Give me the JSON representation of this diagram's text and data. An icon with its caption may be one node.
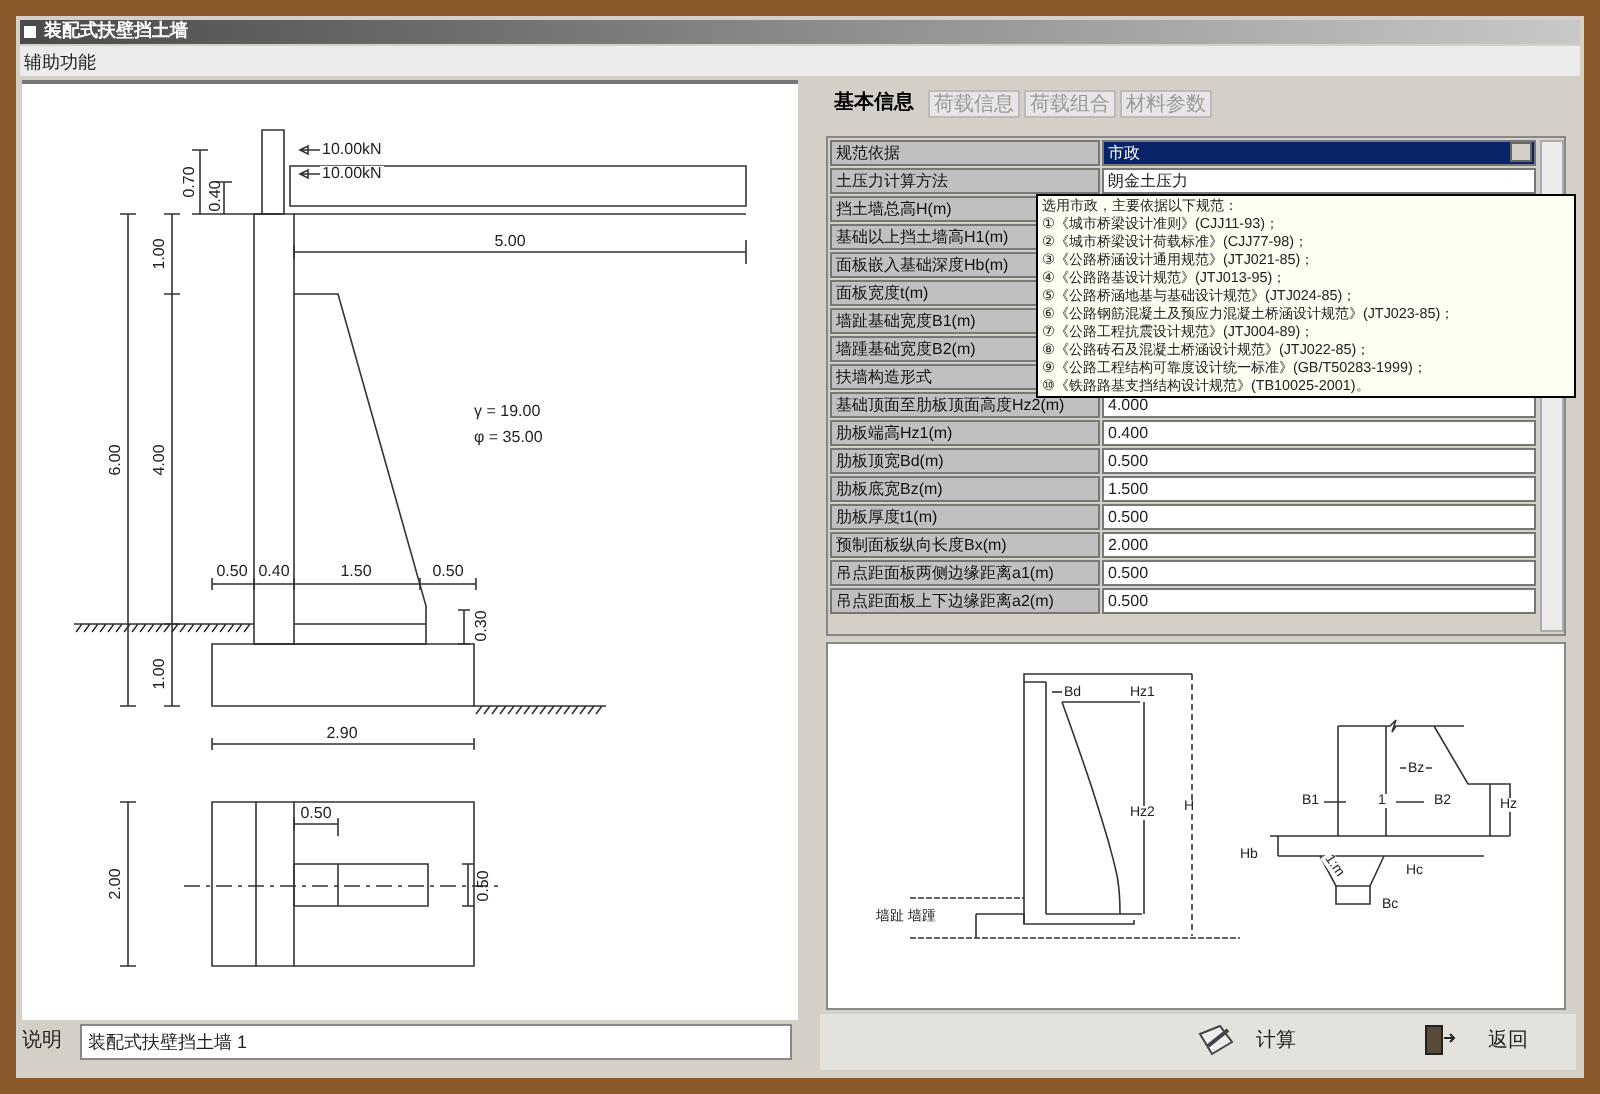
{
  "diagram": {
    "title": "装配式扶壁挡土墙",
    "labels": [
      "辅助功能",
      "10.00kN",
      "10.00kN",
      "0.70",
      "0.40",
      "5.00",
      "1.00",
      "6.00",
      "4.00",
      "γ = 19.00",
      "φ = 35.00",
      "0.50",
      "0.40",
      "1.50",
      "0.50",
      "0.30",
      "1.00",
      "2.90",
      "0.50",
      "2.00",
      "0.50",
      "说明",
      "装配式扶壁挡土墙 1",
      "基本信息",
      "荷载信息",
      "荷载组合",
      "材料参数",
      "规范依据",
      "市政",
      "土压力计算方法",
      "朗金土压力",
      "挡土墙总高H(m)",
      "基础以上挡土墙高H1(m)",
      "面板嵌入基础深度Hb(m)",
      "面板宽度t(m)",
      "墙趾基础宽度B1(m)",
      "墙踵基础宽度B2(m)",
      "扶墙构造形式",
      "基础顶面至肋板顶面高度Hz2(m)",
      "4.000",
      "肋板端高Hz1(m)",
      "0.400",
      "肋板顶宽Bd(m)",
      "0.500",
      "肋板底宽Bz(m)",
      "1.500",
      "肋板厚度t1(m)",
      "0.500",
      "预制面板纵向长度Bx(m)",
      "2.000",
      "吊点距面板两侧边缘距离a1(m)",
      "0.500",
      "吊点距面板上下边缘距离a2(m)",
      "0.500",
      "选用市政，主要依据以下规范：",
      "①《城市桥梁设计准则》(CJJ11-93)；",
      "②《城市桥梁设计荷载标准》(CJJ77-98)；",
      "③《公路桥涵设计通用规范》(JTJ021-85)；",
      "④《公路路基设计规范》(JTJ013-95)；",
      "⑤《公路桥涵地基与基础设计规范》(JTJ024-85)；",
      "⑥《公路钢筋混凝土及预应力混凝土桥涵设计规范》(JTJ023-85)；",
      "⑦《公路工程抗震设计规范》(JTJ004-89)；",
      "⑧《公路砖石及混凝土桥涵设计规范》(JTJ022-85)；",
      "⑨《公路工程结构可靠度设计统一标准》(GB/T50283-1999)；",
      "⑩《铁路路基支挡结构设计规范》(TB10025-2001)。",
      "Bd",
      "Hz1",
      "Hz2",
      "H",
      "墙趾 墙踵",
      "Bz",
      "B1",
      "1",
      "B2",
      "Hz",
      "Hb",
      "1:m",
      "Hc",
      "Bc",
      "计算",
      "返回"
    ]
  }
}
